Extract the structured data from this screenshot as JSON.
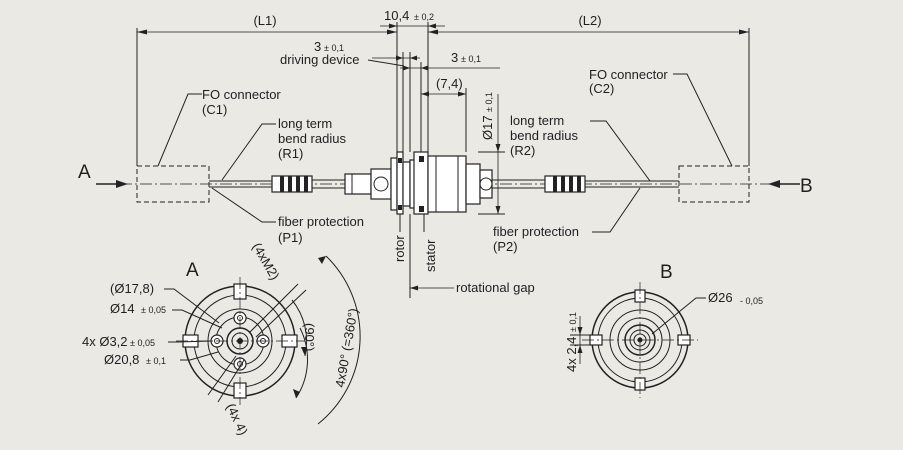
{
  "labels": {
    "L1": "(L1)",
    "L2": "(L2)",
    "width_total_value": "10,4",
    "width_total_tol": "± 0,2",
    "driving_offset_value": "3",
    "driving_offset_tol": "± 0,1",
    "driving_device": "driving device",
    "stator_offset_value": "3",
    "stator_offset_tol": "± 0,1",
    "stator_length": "(7,4)",
    "dia17_value": "Ø17",
    "dia17_tol": "± 0,1",
    "fo_connector_left": "FO connector",
    "c1": "(C1)",
    "fo_connector_right": "FO connector",
    "c2": "(C2)",
    "long_term_left": "long term",
    "bend_radius_left": "bend radius",
    "r1": "(R1)",
    "long_term_right": "long term",
    "bend_radius_right": "bend radius",
    "r2": "(R2)",
    "fiber_protection_left": "fiber protection",
    "p1": "(P1)",
    "fiber_protection_right": "fiber protection",
    "p2": "(P2)",
    "arrow_a": "A",
    "arrow_b": "B",
    "rotor": "rotor",
    "stator": "stator",
    "rotational_gap": "rotational gap",
    "view_a": "A",
    "view_b": "B",
    "dia17_8": "(Ø17,8)",
    "dia14_value": "Ø14",
    "dia14_tol": "± 0,05",
    "holes_value": "4x Ø3,2",
    "holes_tol": "± 0,05",
    "dia20_8_value": "Ø20,8",
    "dia20_8_tol": "± 0,1",
    "m2": "(4xM2)",
    "angle90": "(90°)",
    "angle_total": "4x90° (=360°)",
    "slots_4x4": "(4x 4)",
    "dia26_value": "Ø26",
    "dia26_tol": "- 0,05",
    "slot_width_value": "4x 2,4",
    "slot_width_tol": "± 0,1"
  }
}
